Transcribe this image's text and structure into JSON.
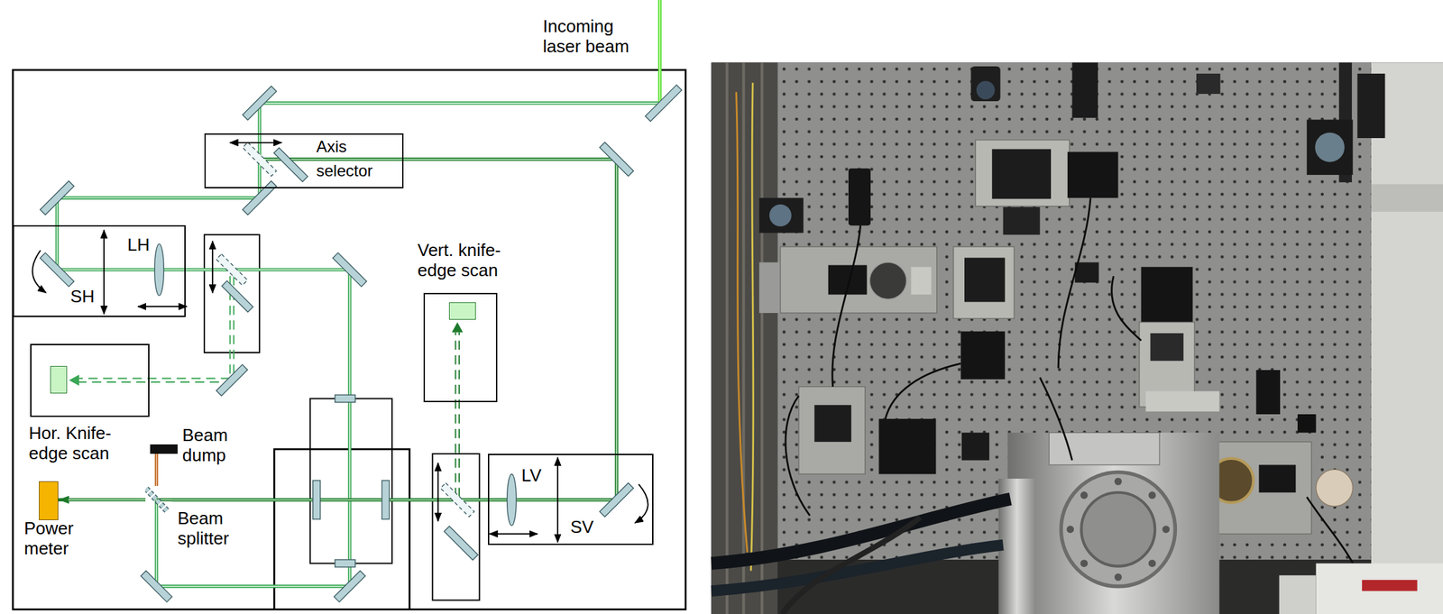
{
  "diagram": {
    "nodes": [
      {
        "text": [
          "Axis selector"
        ]
      },
      {
        "text": [
          "LH",
          "SH"
        ]
      },
      {
        "text": [
          "Vert. knife-edge scan"
        ]
      },
      {
        "text": [
          "Hor. Knife-edge scan"
        ]
      },
      {
        "text": [
          "LV",
          "SV"
        ]
      },
      {
        "text": [
          "Beam dump"
        ]
      },
      {
        "text": [
          "Beam splitter"
        ]
      },
      {
        "text": [
          "Power meter"
        ]
      }
    ],
    "edges": [
      {
        "from": 6,
        "to": 7,
        "arrow": "to"
      },
      {
        "from": 6,
        "to": 5,
        "arrow": "none"
      }
    ],
    "labels": [
      "Incoming laser beam"
    ]
  }
}
